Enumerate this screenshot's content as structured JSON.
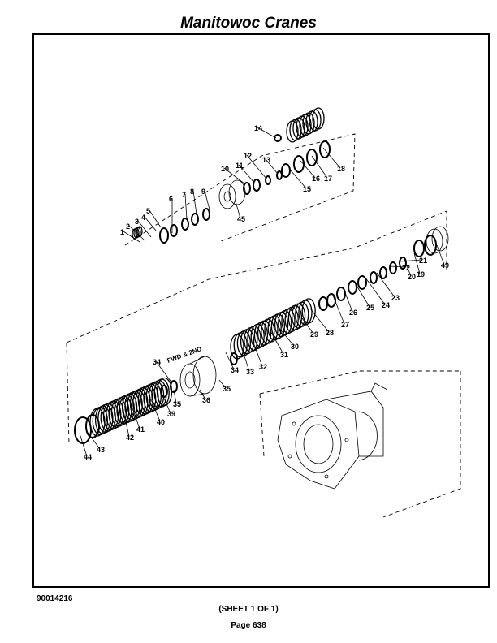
{
  "header": {
    "title": "Manitowoc Cranes"
  },
  "footer": {
    "part_number": "90014216",
    "sheet": "(SHEET 1 OF 1)",
    "page": "Page 638"
  },
  "diagram": {
    "engraving": "FWD & 2ND",
    "callouts": [
      "1",
      "2",
      "3",
      "4",
      "5",
      "6",
      "7",
      "8",
      "9",
      "10",
      "11",
      "12",
      "13",
      "14",
      "15",
      "16",
      "17",
      "18",
      "19",
      "20",
      "21",
      "22",
      "23",
      "24",
      "25",
      "26",
      "27",
      "28",
      "29",
      "30",
      "31",
      "32",
      "33",
      "34",
      "34",
      "35",
      "35",
      "36",
      "39",
      "40",
      "41",
      "42",
      "43",
      "44",
      "45",
      "49"
    ]
  }
}
